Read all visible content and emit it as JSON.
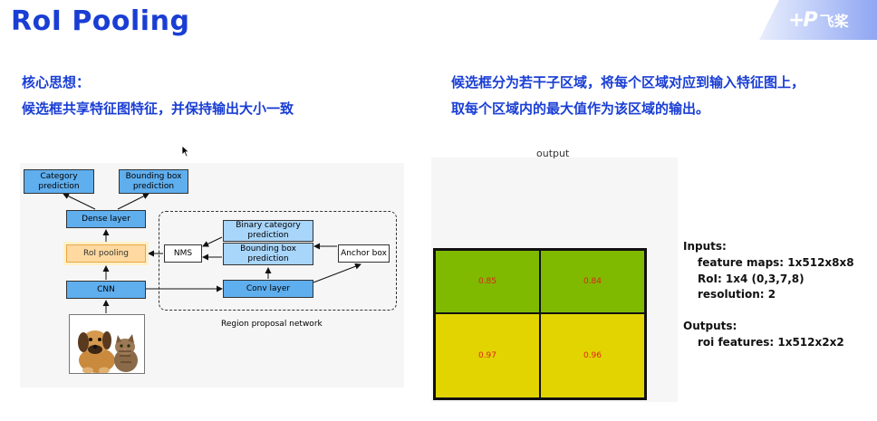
{
  "slide": {
    "title": "RoI Pooling"
  },
  "logo": {
    "mark": "+P",
    "name": "飞桨"
  },
  "left_section": {
    "heading": "核心思想：",
    "body": "候选框共享特征图特征，并保持输出大小一致"
  },
  "right_section": {
    "line1": "候选框分为若干子区域，将每个区域对应到输入特征图上，",
    "line2": "取每个区域内的最大值作为该区域的输出。"
  },
  "diagram": {
    "category_prediction": [
      "Category",
      "prediction"
    ],
    "bbox_prediction_top": [
      "Bounding box",
      "prediction"
    ],
    "dense_layer": "Dense layer",
    "roi_pooling": "RoI pooling",
    "cnn": "CNN",
    "nms": "NMS",
    "binary_category_prediction": [
      "Binary category",
      "prediction"
    ],
    "bbox_prediction_rpn": [
      "Bounding box",
      "prediction"
    ],
    "anchor_box": "Anchor box",
    "conv_layer": "Conv layer",
    "rpn_label": "Region proposal network"
  },
  "output_grid": {
    "label": "output",
    "rows": [
      [
        "0.85",
        "0.84"
      ],
      [
        "0.97",
        "0.96"
      ]
    ],
    "colors": {
      "top": "#7fba00",
      "bottom": "#e2d400",
      "value_text": "#e0221f"
    }
  },
  "info": {
    "inputs_title": "Inputs:",
    "feature_maps": "feature maps: 1x512x8x8",
    "roi": "RoI: 1x4 (0,3,7,8)",
    "resolution": "resolution: 2",
    "outputs_title": "Outputs:",
    "roi_features": "roi features: 1x512x2x2"
  },
  "colors": {
    "title_blue": "#1a3ed4",
    "block_blue": "#5faeee",
    "block_light_blue": "#a8d5fa",
    "roi_highlight": "#ffd9a0"
  }
}
